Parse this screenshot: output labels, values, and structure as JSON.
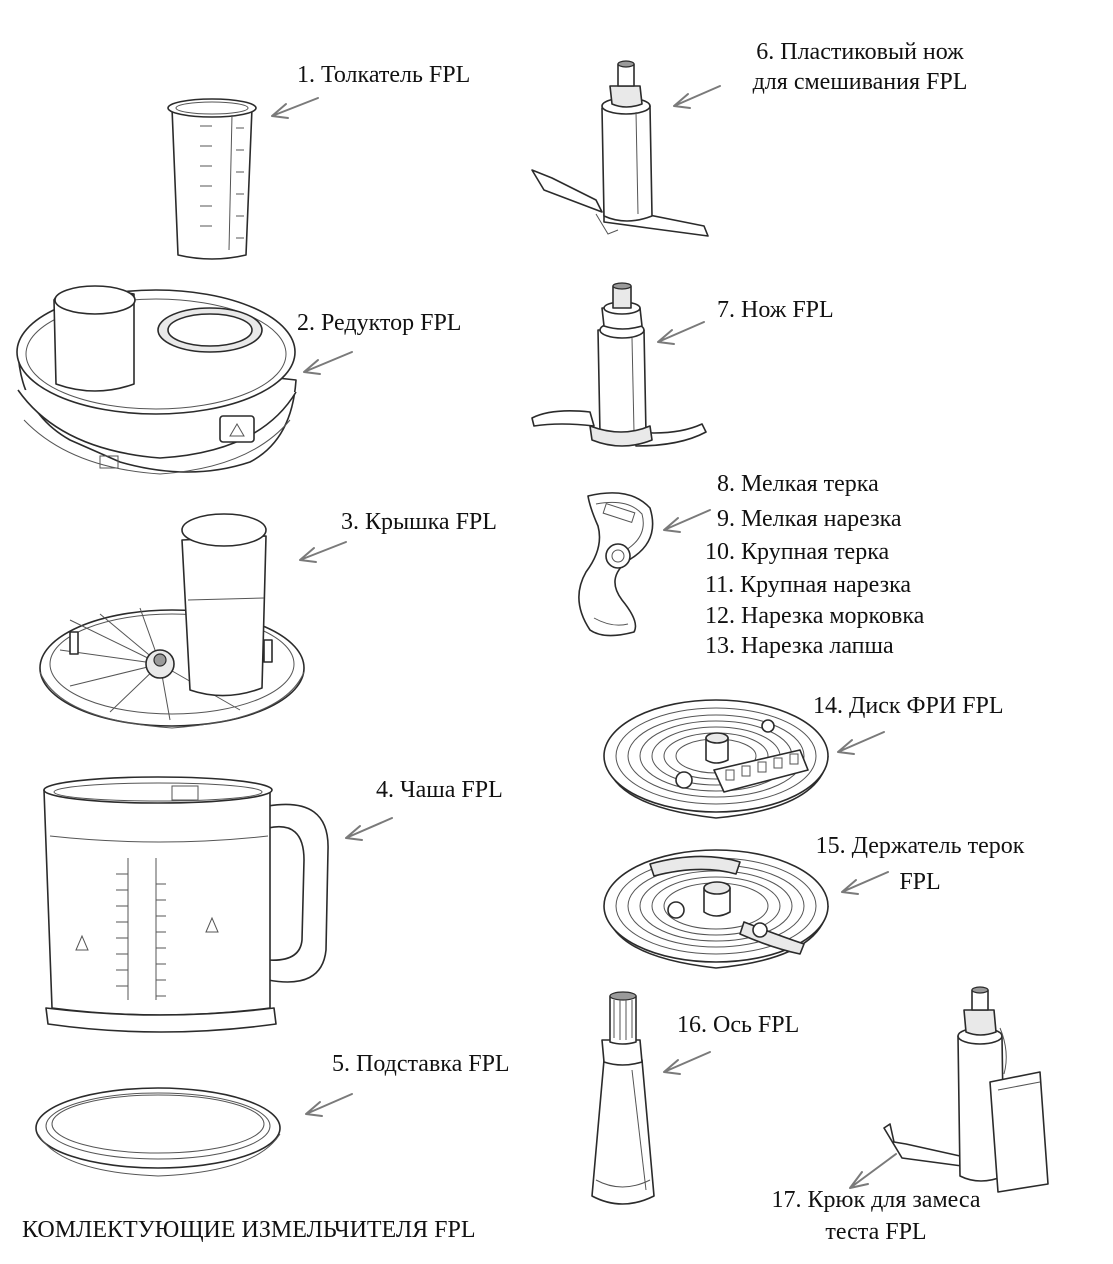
{
  "footer_title": "КОМЛЕКТУЮЩИЕ ИЗМЕЛЬЧИТЕЛЯ FPL",
  "parts": {
    "p1": "1. Толкатель FPL",
    "p2": "2. Редуктор FPL",
    "p3": "3. Крышка FPL",
    "p4": "4. Чаша FPL",
    "p5": "5. Подставка FPL",
    "p6_line1": "6. Пластиковый нож",
    "p6_line2": "для смешивания FPL",
    "p7": "7. Нож FPL",
    "p8": "8. Мелкая терка",
    "p9": "9. Мелкая нарезка",
    "p10": "10. Крупная терка",
    "p11": "11. Крупная нарезка",
    "p12": "12. Нарезка морковка",
    "p13": "13. Нарезка лапша",
    "p14": "14. Диск ФРИ FPL",
    "p15_line1": "15. Держатель терок",
    "p15_line2": "FPL",
    "p16": "16. Ось FPL",
    "p17_line1": "17. Крюк для замеса",
    "p17_line2": "теста FPL"
  },
  "icons": [
    "pusher-icon",
    "gearbox-icon",
    "lid-icon",
    "bowl-icon",
    "base-ring-icon",
    "plastic-blade-icon",
    "blade-icon",
    "grater-insert-icon",
    "fries-disc-icon",
    "disc-holder-icon",
    "shaft-icon",
    "dough-hook-icon"
  ],
  "colors": {
    "line": "#2b2b2b",
    "arrow": "#7a7a7a",
    "background": "#ffffff"
  }
}
